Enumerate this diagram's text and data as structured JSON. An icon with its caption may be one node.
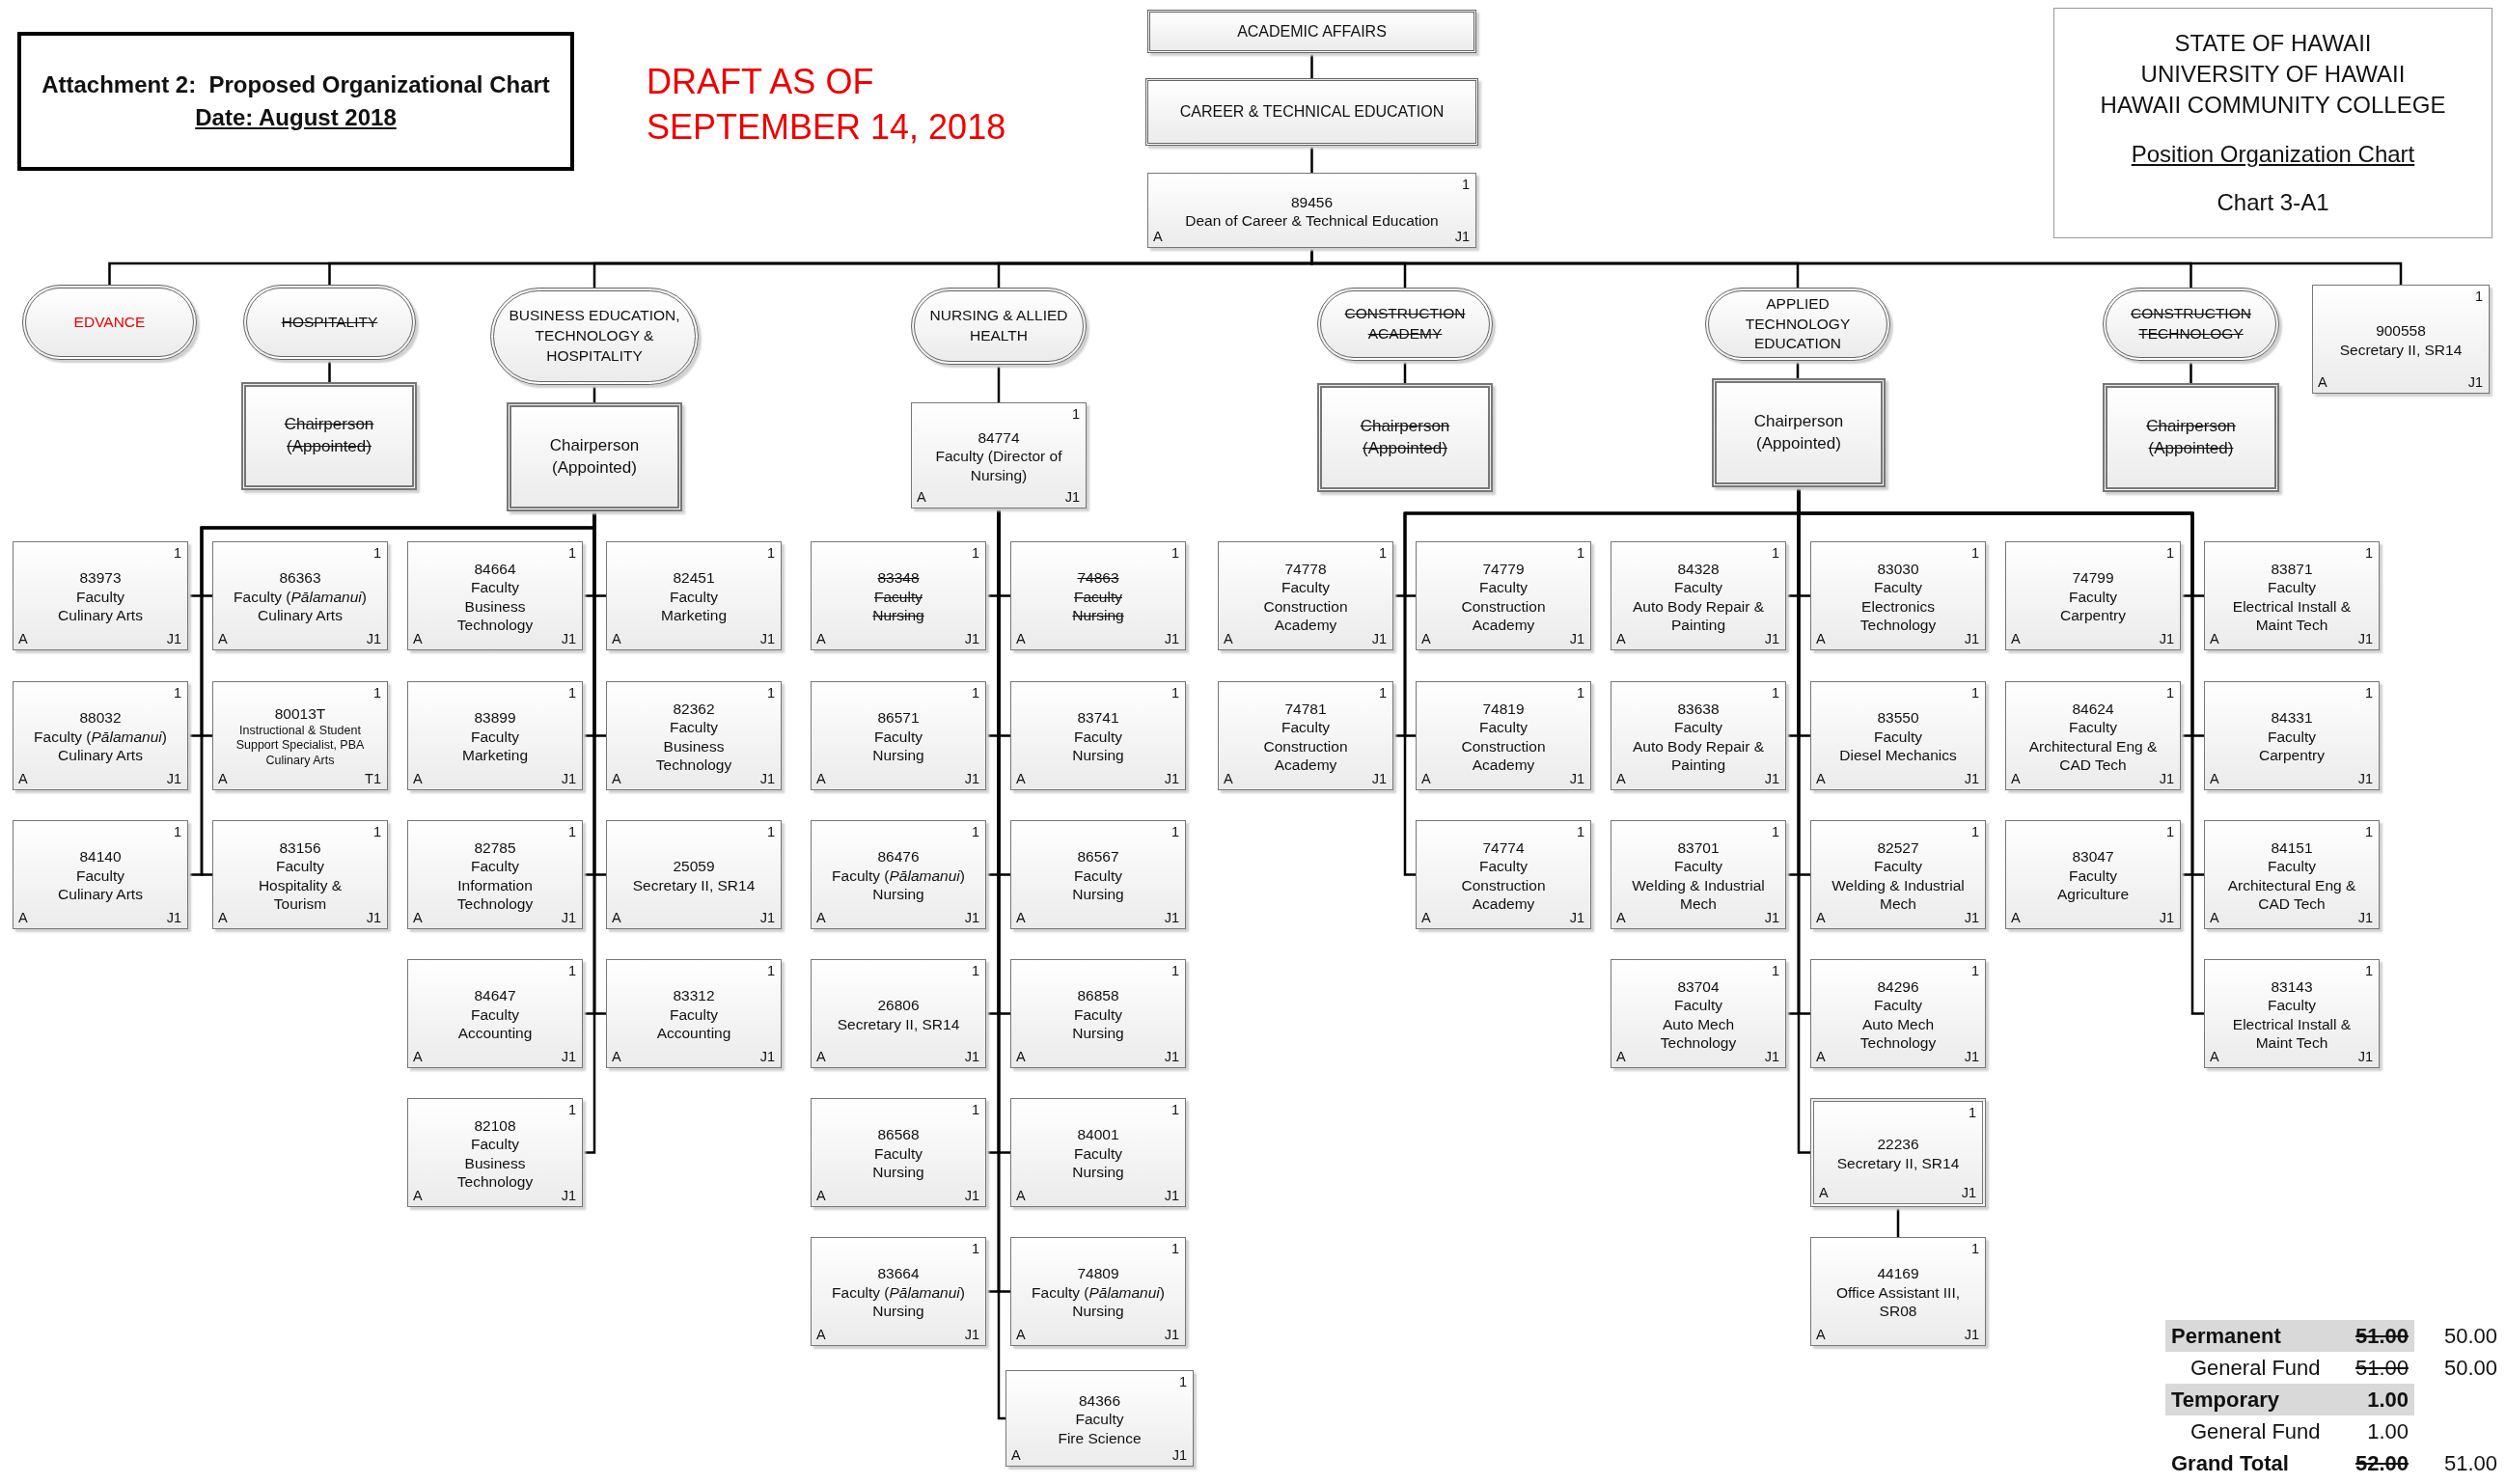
{
  "diagram": {
    "nodes": [
      {
        "text": [
          "Attachment 2:  Proposed Organizational Chart",
          "Date: August 2018"
        ]
      },
      {
        "text": [
          "ACADEMIC AFFAIRS"
        ]
      },
      {
        "text": [
          "CAREER & TECHNICAL EDUCATION"
        ]
      },
      {
        "text": [
          "STATE OF HAWAII",
          "UNIVERSITY OF HAWAII",
          "HAWAII COMMUNITY COLLEGE",
          "Position Organization Chart",
          "Chart 3-A1"
        ]
      },
      {
        "text": [
          "89456",
          "Dean of Career & Technical Education",
          "1",
          "A",
          "J1"
        ]
      },
      {
        "text": [
          "EDVANCE"
        ]
      },
      {
        "text": [
          "HOSPITALITY"
        ]
      },
      {
        "text": [
          "BUSINESS EDUCATION, TECHNOLOGY & HOSPITALITY"
        ]
      },
      {
        "text": [
          "NURSING & ALLIED HEALTH"
        ]
      },
      {
        "text": [
          "CONSTRUCTION ACADEMY"
        ]
      },
      {
        "text": [
          "APPLIED TECHNOLOGY EDUCATION"
        ]
      },
      {
        "text": [
          "CONSTRUCTION TECHNOLOGY"
        ]
      },
      {
        "text": [
          "900558",
          "Secretary II, SR14",
          "1",
          "A",
          "J1"
        ]
      },
      {
        "text": [
          "Chairperson (Appointed)"
        ]
      },
      {
        "text": [
          "Chairperson (Appointed)"
        ]
      },
      {
        "text": [
          "84774",
          "Faculty (Director of Nursing)",
          "1",
          "A",
          "J1"
        ]
      },
      {
        "text": [
          "Chairperson (Appointed)"
        ]
      },
      {
        "text": [
          "Chairperson (Appointed)"
        ]
      },
      {
        "text": [
          "Chairperson (Appointed)"
        ]
      },
      {
        "text": [
          "83973",
          "Faculty",
          "Culinary Arts",
          "1",
          "A",
          "J1"
        ]
      },
      {
        "text": [
          "86363",
          "Faculty (*Pālamanui*)",
          "Culinary Arts",
          "1",
          "A",
          "J1"
        ]
      },
      {
        "text": [
          "84664",
          "Faculty",
          "Business Technology",
          "1",
          "A",
          "J1"
        ]
      },
      {
        "text": [
          "82451",
          "Faculty",
          "Marketing",
          "1",
          "A",
          "J1"
        ]
      },
      {
        "text": [
          "83348",
          "Faculty",
          "Nursing",
          "1",
          "A",
          "J1"
        ]
      },
      {
        "text": [
          "74863",
          "Faculty",
          "Nursing",
          "1",
          "A",
          "J1"
        ]
      },
      {
        "text": [
          "74778",
          "Faculty",
          "Construction Academy",
          "1",
          "A",
          "J1"
        ]
      },
      {
        "text": [
          "74779",
          "Faculty",
          "Construction Academy",
          "1",
          "A",
          "J1"
        ]
      },
      {
        "text": [
          "84328",
          "Faculty",
          "Auto Body Repair & Painting",
          "1",
          "A",
          "J1"
        ]
      },
      {
        "text": [
          "83030",
          "Faculty",
          "Electronics Technology",
          "1",
          "A",
          "J1"
        ]
      },
      {
        "text": [
          "74799",
          "Faculty",
          "Carpentry",
          "1",
          "A",
          "J1"
        ]
      },
      {
        "text": [
          "83871",
          "Faculty",
          "Electrical Install & Maint Tech",
          "1",
          "A",
          "J1"
        ]
      },
      {
        "text": [
          "88032",
          "Faculty (*Pālamanui*)",
          "Culinary Arts",
          "1",
          "A",
          "J1"
        ]
      },
      {
        "text": [
          "80013T",
          "Instructional & Student Support Specialist, PBA",
          "Culinary Arts",
          "1",
          "A",
          "T1"
        ]
      },
      {
        "text": [
          "83899",
          "Faculty",
          "Marketing",
          "1",
          "A",
          "J1"
        ]
      },
      {
        "text": [
          "82362",
          "Faculty",
          "Business Technology",
          "1",
          "A",
          "J1"
        ]
      },
      {
        "text": [
          "86571",
          "Faculty",
          "Nursing",
          "1",
          "A",
          "J1"
        ]
      },
      {
        "text": [
          "83741",
          "Faculty",
          "Nursing",
          "1",
          "A",
          "J1"
        ]
      },
      {
        "text": [
          "74781",
          "Faculty",
          "Construction Academy",
          "1",
          "A",
          "J1"
        ]
      },
      {
        "text": [
          "74819",
          "Faculty",
          "Construction Academy",
          "1",
          "A",
          "J1"
        ]
      },
      {
        "text": [
          "83638",
          "Faculty",
          "Auto Body Repair & Painting",
          "1",
          "A",
          "J1"
        ]
      },
      {
        "text": [
          "83550",
          "Faculty",
          "Diesel Mechanics",
          "1",
          "A",
          "J1"
        ]
      },
      {
        "text": [
          "84624",
          "Faculty",
          "Architectural Eng & CAD Tech",
          "1",
          "A",
          "J1"
        ]
      },
      {
        "text": [
          "84331",
          "Faculty",
          "Carpentry",
          "1",
          "A",
          "J1"
        ]
      },
      {
        "text": [
          "84140",
          "Faculty",
          "Culinary Arts",
          "1",
          "A",
          "J1"
        ]
      },
      {
        "text": [
          "83156",
          "Faculty",
          "Hospitality & Tourism",
          "1",
          "A",
          "J1"
        ]
      },
      {
        "text": [
          "82785",
          "Faculty",
          "Information Technology",
          "1",
          "A",
          "J1"
        ]
      },
      {
        "text": [
          "25059",
          "Secretary II, SR14",
          "1",
          "A",
          "J1"
        ]
      },
      {
        "text": [
          "86476",
          "Faculty (*Pālamanui*)",
          "Nursing",
          "1",
          "A",
          "J1"
        ]
      },
      {
        "text": [
          "86567",
          "Faculty",
          "Nursing",
          "1",
          "A",
          "J1"
        ]
      },
      {
        "text": [
          "74774",
          "Faculty",
          "Construction Academy",
          "1",
          "A",
          "J1"
        ]
      },
      {
        "text": [
          "83701",
          "Faculty",
          "Welding & Industrial Mech",
          "1",
          "A",
          "J1"
        ]
      },
      {
        "text": [
          "82527",
          "Faculty",
          "Welding & Industrial Mech",
          "1",
          "A",
          "J1"
        ]
      },
      {
        "text": [
          "83047",
          "Faculty",
          "Agriculture",
          "1",
          "A",
          "J1"
        ]
      },
      {
        "text": [
          "84151",
          "Faculty",
          "Architectural Eng & CAD Tech",
          "1",
          "A",
          "J1"
        ]
      },
      {
        "text": [
          "84647",
          "Faculty",
          "Accounting",
          "1",
          "A",
          "J1"
        ]
      },
      {
        "text": [
          "83312",
          "Faculty",
          "Accounting",
          "1",
          "A",
          "J1"
        ]
      },
      {
        "text": [
          "26806",
          "Secretary II, SR14",
          "1",
          "A",
          "J1"
        ]
      },
      {
        "text": [
          "86858",
          "Faculty",
          "Nursing",
          "1",
          "A",
          "J1"
        ]
      },
      {
        "text": [
          "83704",
          "Faculty",
          "Auto Mech Technology",
          "1",
          "A",
          "J1"
        ]
      },
      {
        "text": [
          "84296",
          "Faculty",
          "Auto Mech Technology",
          "1",
          "A",
          "J1"
        ]
      },
      {
        "text": [
          "83143",
          "Faculty",
          "Electrical Install & Maint Tech",
          "1",
          "A",
          "J1"
        ]
      },
      {
        "text": [
          "82108",
          "Faculty",
          "Business Technology",
          "1",
          "A",
          "J1"
        ]
      },
      {
        "text": [
          "86568",
          "Faculty",
          "Nursing",
          "1",
          "A",
          "J1"
        ]
      },
      {
        "text": [
          "84001",
          "Faculty",
          "Nursing",
          "1",
          "A",
          "J1"
        ]
      },
      {
        "text": [
          "22236",
          "Secretary II, SR14",
          "1",
          "A",
          "J1"
        ]
      },
      {
        "text": [
          "83664",
          "Faculty (*Pālamanui*)",
          "Nursing",
          "1",
          "A",
          "J1"
        ]
      },
      {
        "text": [
          "74809",
          "Faculty (*Pālamanui*)",
          "Nursing",
          "1",
          "A",
          "J1"
        ]
      },
      {
        "text": [
          "44169",
          "Office Assistant III, SR08",
          "1",
          "A",
          "J1"
        ]
      },
      {
        "text": [
          "84366",
          "Faculty",
          "Fire Science",
          "1",
          "A",
          "J1"
        ]
      }
    ],
    "edges": [
      {
        "from": 1,
        "to": 2,
        "arrow": "none"
      },
      {
        "from": 2,
        "to": 4,
        "arrow": "none"
      },
      {
        "from": 4,
        "to": 5,
        "arrow": "none"
      },
      {
        "from": 4,
        "to": 6,
        "arrow": "none"
      },
      {
        "from": 4,
        "to": 7,
        "arrow": "none"
      },
      {
        "from": 4,
        "to": 8,
        "arrow": "none"
      },
      {
        "from": 4,
        "to": 9,
        "arrow": "none"
      },
      {
        "from": 4,
        "to": 10,
        "arrow": "none"
      },
      {
        "from": 4,
        "to": 11,
        "arrow": "none"
      },
      {
        "from": 4,
        "to": 12,
        "arrow": "none"
      },
      {
        "from": 6,
        "to": 13,
        "arrow": "none"
      },
      {
        "from": 7,
        "to": 14,
        "arrow": "none"
      },
      {
        "from": 8,
        "to": 15,
        "arrow": "none"
      },
      {
        "from": 9,
        "to": 16,
        "arrow": "none"
      },
      {
        "from": 10,
        "to": 17,
        "arrow": "none"
      },
      {
        "from": 11,
        "to": 18,
        "arrow": "none"
      },
      {
        "from": 14,
        "to": 19,
        "arrow": "none"
      },
      {
        "from": 14,
        "to": 20,
        "arrow": "none"
      },
      {
        "from": 14,
        "to": 21,
        "arrow": "none"
      },
      {
        "from": 14,
        "to": 22,
        "arrow": "none"
      },
      {
        "from": 14,
        "to": 31,
        "arrow": "none"
      },
      {
        "from": 14,
        "to": 32,
        "arrow": "none"
      },
      {
        "from": 14,
        "to": 33,
        "arrow": "none"
      },
      {
        "from": 14,
        "to": 34,
        "arrow": "none"
      },
      {
        "from": 14,
        "to": 43,
        "arrow": "none"
      },
      {
        "from": 14,
        "to": 44,
        "arrow": "none"
      },
      {
        "from": 14,
        "to": 45,
        "arrow": "none"
      },
      {
        "from": 14,
        "to": 46,
        "arrow": "none"
      },
      {
        "from": 14,
        "to": 54,
        "arrow": "none"
      },
      {
        "from": 14,
        "to": 55,
        "arrow": "none"
      },
      {
        "from": 14,
        "to": 61,
        "arrow": "none"
      },
      {
        "from": 15,
        "to": 23,
        "arrow": "none"
      },
      {
        "from": 15,
        "to": 24,
        "arrow": "none"
      },
      {
        "from": 15,
        "to": 35,
        "arrow": "none"
      },
      {
        "from": 15,
        "to": 36,
        "arrow": "none"
      },
      {
        "from": 15,
        "to": 47,
        "arrow": "none"
      },
      {
        "from": 15,
        "to": 48,
        "arrow": "none"
      },
      {
        "from": 15,
        "to": 56,
        "arrow": "none"
      },
      {
        "from": 15,
        "to": 57,
        "arrow": "none"
      },
      {
        "from": 15,
        "to": 62,
        "arrow": "none"
      },
      {
        "from": 15,
        "to": 63,
        "arrow": "none"
      },
      {
        "from": 15,
        "to": 65,
        "arrow": "none"
      },
      {
        "from": 15,
        "to": 66,
        "arrow": "none"
      },
      {
        "from": 15,
        "to": 68,
        "arrow": "none"
      },
      {
        "from": 17,
        "to": 25,
        "arrow": "none"
      },
      {
        "from": 17,
        "to": 26,
        "arrow": "none"
      },
      {
        "from": 17,
        "to": 27,
        "arrow": "none"
      },
      {
        "from": 17,
        "to": 28,
        "arrow": "none"
      },
      {
        "from": 17,
        "to": 29,
        "arrow": "none"
      },
      {
        "from": 17,
        "to": 30,
        "arrow": "none"
      },
      {
        "from": 17,
        "to": 37,
        "arrow": "none"
      },
      {
        "from": 17,
        "to": 38,
        "arrow": "none"
      },
      {
        "from": 17,
        "to": 39,
        "arrow": "none"
      },
      {
        "from": 17,
        "to": 40,
        "arrow": "none"
      },
      {
        "from": 17,
        "to": 41,
        "arrow": "none"
      },
      {
        "from": 17,
        "to": 42,
        "arrow": "none"
      },
      {
        "from": 17,
        "to": 49,
        "arrow": "none"
      },
      {
        "from": 17,
        "to": 50,
        "arrow": "none"
      },
      {
        "from": 17,
        "to": 51,
        "arrow": "none"
      },
      {
        "from": 17,
        "to": 52,
        "arrow": "none"
      },
      {
        "from": 17,
        "to": 53,
        "arrow": "none"
      },
      {
        "from": 17,
        "to": 58,
        "arrow": "none"
      },
      {
        "from": 17,
        "to": 59,
        "arrow": "none"
      },
      {
        "from": 17,
        "to": 60,
        "arrow": "none"
      },
      {
        "from": 17,
        "to": 64,
        "arrow": "none"
      },
      {
        "from": 64,
        "to": 67,
        "arrow": "none"
      }
    ],
    "labels": [
      "DRAFT AS OF SEPTEMBER 14, 2018",
      "Permanent",
      "51.00",
      "50.00",
      "General Fund",
      "51.00",
      "50.00",
      "Temporary",
      "1.00",
      "General Fund",
      "1.00",
      "Grand Total",
      "52.00",
      "51.00"
    ]
  }
}
